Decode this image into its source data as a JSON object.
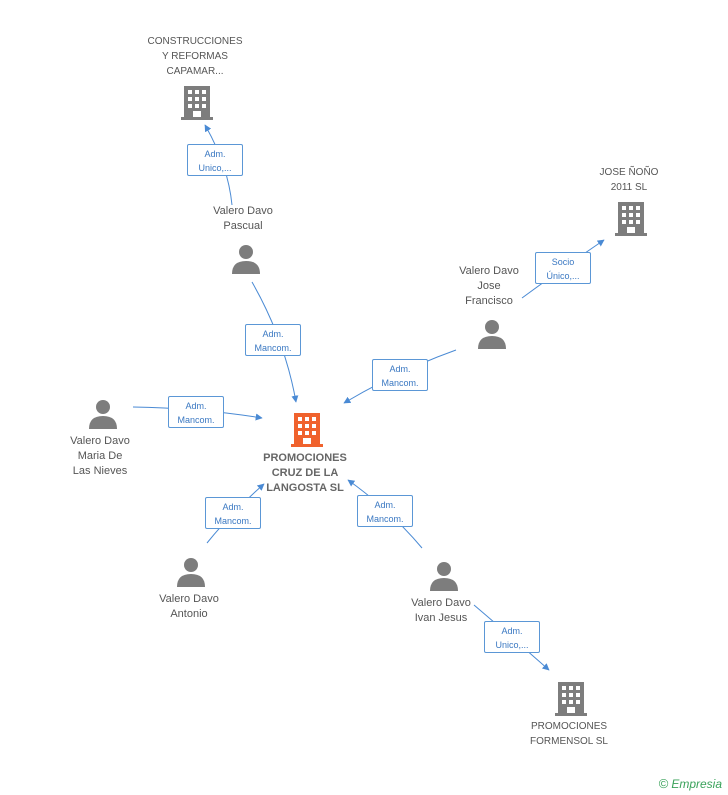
{
  "colors": {
    "central": "#f0622d",
    "company": "#7d7d7d",
    "person": "#7d7d7d",
    "edge": "#4a8ad4",
    "brand": "#3aa25a"
  },
  "nodes": {
    "central": {
      "label": "PROMOCIONES\nCRUZ DE LA\nLANGOSTA SL",
      "icon": "building-icon"
    },
    "construcciones": {
      "label": "CONSTRUCCIONES\nY REFORMAS\nCAPAMAR...",
      "icon": "building-icon"
    },
    "jose_nono": {
      "label": "JOSE ÑOÑO\n2011 SL",
      "icon": "building-icon"
    },
    "formensol": {
      "label": "PROMOCIONES\nFORMENSOL SL",
      "icon": "building-icon"
    },
    "pascual": {
      "label": "Valero Davo\nPascual",
      "icon": "person-icon"
    },
    "jose_francisco": {
      "label": "Valero Davo\nJose\nFrancisco",
      "icon": "person-icon"
    },
    "maria": {
      "label": "Valero Davo\nMaria De\nLas Nieves",
      "icon": "person-icon"
    },
    "antonio": {
      "label": "Valero Davo\nAntonio",
      "icon": "person-icon"
    },
    "ivan": {
      "label": "Valero Davo\nIvan Jesus",
      "icon": "person-icon"
    }
  },
  "relations": {
    "pascual_construcciones": "Adm.\nUnico,...",
    "jose_francisco_jose_nono": "Socio\nÚnico,...",
    "pascual_central": "Adm.\nMancom.",
    "jose_francisco_central": "Adm.\nMancom.",
    "maria_central": "Adm.\nMancom.",
    "antonio_central": "Adm.\nMancom.",
    "ivan_central": "Adm.\nMancom.",
    "ivan_formensol": "Adm.\nUnico,..."
  },
  "brand": {
    "copyright": "©",
    "name": "Empresia"
  }
}
